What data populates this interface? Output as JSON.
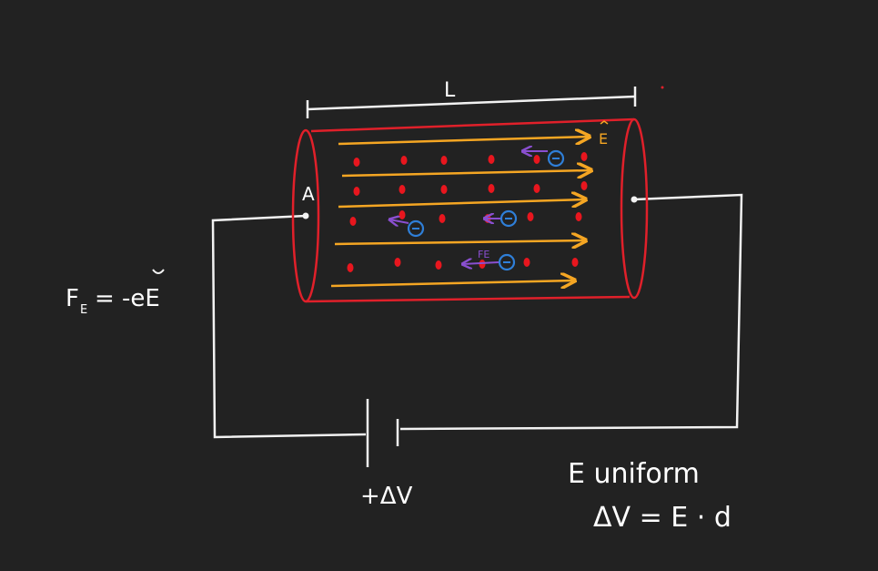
{
  "labels": {
    "length": "L",
    "area": "A",
    "field": "E",
    "force_small": "FE",
    "force_eq_lhs": "F",
    "force_eq_sub": "E",
    "force_eq_rhs": "= -eE",
    "battery": "+ΔV",
    "uniform": "E uniform",
    "voltage_eq": "ΔV = E · d"
  },
  "colors": {
    "background": "#222222",
    "wire": "#f2f2f2",
    "cylinder": "#e0202a",
    "field_lines": "#f5a623",
    "ions": "#e8161e",
    "electrons": "#2f7fd8",
    "force_arrows": "#8a4fd0"
  }
}
